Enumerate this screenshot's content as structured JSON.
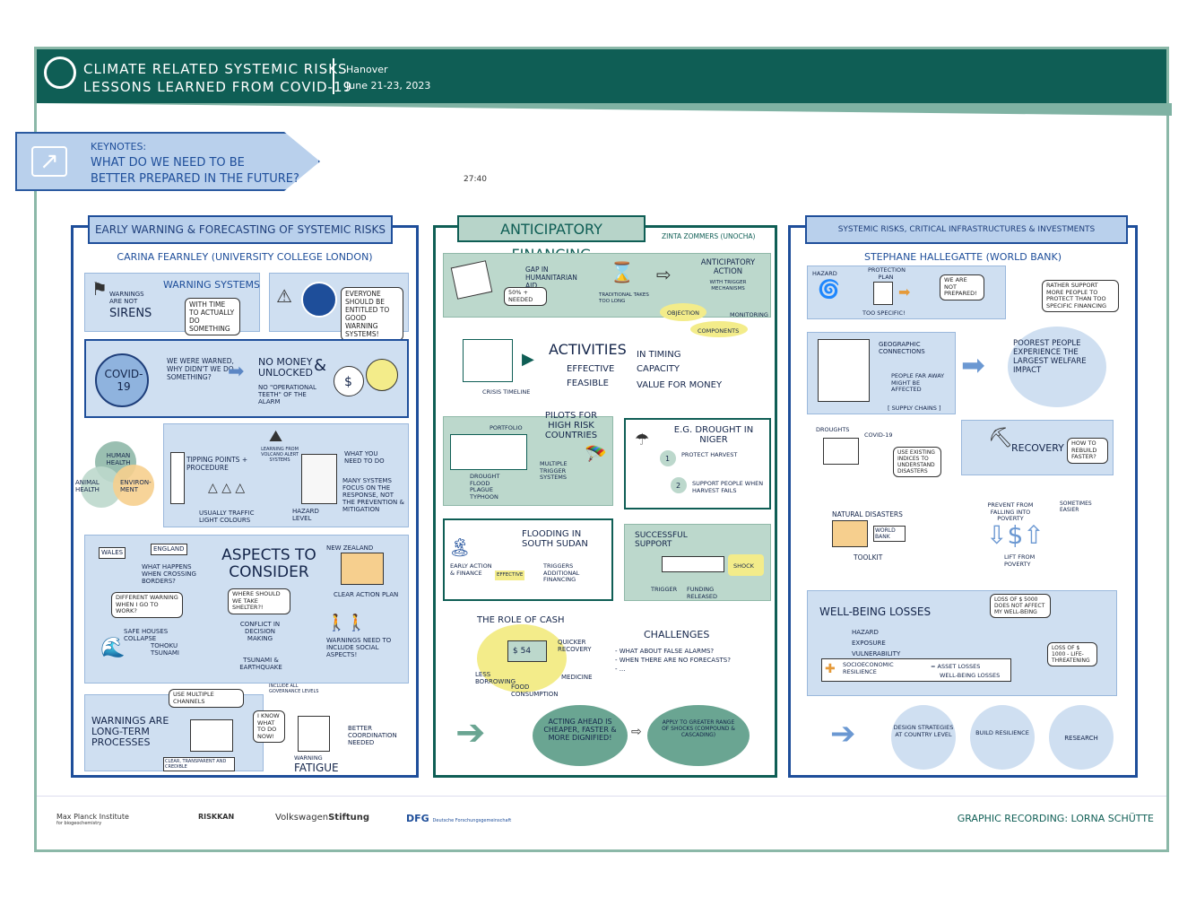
{
  "header": {
    "title_line1": "Climate Related Systemic Risks",
    "title_line2": "Lessons learned from Covid-19",
    "location": "Hanover",
    "dates": "June 21-23, 2023"
  },
  "keynote": {
    "label": "Keynotes:",
    "question_line1": "What do we need to be",
    "question_line2": "better prepared in the future?"
  },
  "timestamp": "27:40",
  "col1": {
    "title": "Early warning & forecasting of systemic risks",
    "speaker": "Carina Fearnley (University College London)",
    "warning_systems": "Warning systems",
    "not_sirens": "Warnings are not",
    "sirens": "Sirens",
    "with_time": "With time to actually do something",
    "everyone": "Everyone should be entitled to good warning systems!",
    "covid": "Covid-19",
    "we_were": "We were warned, why didn't we do something?",
    "no_money": "No money unlocked",
    "amp": "&",
    "no_operational": "No \"operational teeth\" of the alarm",
    "dollar": "$",
    "human_health": "Human health",
    "animal_health": "Animal health",
    "environment": "Environ-ment",
    "tipping": "Tipping points + procedure",
    "learning": "Learning from volcano alert systems",
    "what_you": "What you need to do",
    "traffic": "Usually traffic light colours",
    "hazard_level": "Hazard level",
    "many_systems": "Many systems focus on the response, not the prevention & mitigation",
    "aspects": "Aspects to consider",
    "wales": "Wales",
    "england": "England",
    "new_zealand": "New Zealand",
    "crossing": "What happens when crossing borders?",
    "different_warning": "Different warning when I go to work?",
    "where_should": "Where should we take shelter?!",
    "clear_plan": "Clear action plan",
    "safe_houses": "Safe houses collapse",
    "tohoku": "Tohoku Tsunami",
    "conflict": "Conflict in decision making",
    "tsunami_eq": "Tsunami & Earthquake",
    "social": "Warnings need to include social aspects!",
    "use_multiple": "Use multiple channels",
    "include_all": "Include all governance levels",
    "long_term": "Warnings are long-term processes",
    "i_know": "I know what to do now!",
    "clear_transparent": "Clear, transparent and credible",
    "fatigue_pre": "Warning",
    "fatigue": "Fatigue",
    "coordination": "Better coordination needed"
  },
  "col2": {
    "title": "Anticipatory Financing",
    "speaker": "Zinta Zommers (UNOCHA)",
    "gap": "Gap in humanitarian aid",
    "fifty": "50% + needed",
    "traditional": "Traditional takes too long",
    "anticipatory": "Anticipatory action",
    "trigger_mech": "with trigger mechanisms",
    "objection": "Objection",
    "monitoring": "Monitoring",
    "components": "Components",
    "crisis_timeline": "Crisis timeline",
    "activities": "Activities",
    "effective": "Effective",
    "feasible": "Feasible",
    "in_timing": "in timing",
    "capacity": "Capacity",
    "value": "Value for money",
    "pilots": "Pilots for high risk countries",
    "portfolio": "Portfolio",
    "drought_list": "Drought Flood Plague Typhoon",
    "multiple_trigger": "Multiple trigger systems",
    "eg_drought": "E.G. Drought in Niger",
    "one": "1",
    "protect": "Protect harvest",
    "two": "2",
    "support": "Support people when harvest fails",
    "flooding": "Flooding in South Sudan",
    "early_action": "Early action & finance",
    "effective_label": "Effective",
    "triggers_add": "Triggers additional financing",
    "successful": "Successful support",
    "trigger": "Trigger",
    "shock": "Shock",
    "funding": "Funding released",
    "role_cash": "The role of cash",
    "cash": "$ 54",
    "quicker": "Quicker recovery",
    "less_borrowing": "Less borrowing",
    "food": "Food consumption",
    "medicine": "Medicine",
    "challenges": "Challenges",
    "ch1": "- What about false alarms?",
    "ch2": "- When there are no forecasts?",
    "ch3": "- ...",
    "cheaper": "Acting ahead is cheaper, faster & more dignified!",
    "apply": "Apply to greater range of shocks (compound & cascading)"
  },
  "col3": {
    "title": "Systemic risks, critical infrastructures & investments",
    "speaker": "Stephane Hallegatte (World Bank)",
    "hazard": "Hazard",
    "protection": "Protection plan",
    "too_specific": "Too specific!",
    "not_prepared": "We are not prepared!",
    "rather": "Rather support more people to protect than too specific financing",
    "geo": "Geographic connections",
    "far_away": "People far away might be affected",
    "supply": "[ Supply chains ]",
    "poorest": "Poorest people experience the largest welfare impact",
    "droughts": "Droughts",
    "covid": "Covid-19",
    "use_existing": "Use existing indices to understand disasters",
    "recovery": "Recovery",
    "how_rebuild": "How to rebuild faster?",
    "natural": "Natural disasters",
    "world_bank": "World Bank",
    "toolkit": "Toolkit",
    "prevent": "Prevent from falling into poverty",
    "sometimes": "Sometimes easier",
    "lift": "Lift from poverty",
    "wellbeing": "Well-being losses",
    "wb_hazard": "Hazard",
    "wb_exposure": "Exposure",
    "wb_vuln": "Vulnerability",
    "wb_socio": "Socioeconomic Resilience",
    "asset": "= Asset losses",
    "wb_losses": "Well-being losses",
    "loss5000": "Loss of $ 5000 does not affect my well-being",
    "loss1000": "Loss of $ 1000 - life-threatening",
    "design": "Design strategies at country level",
    "build": "Build Resilience",
    "research": "Research"
  },
  "footer": {
    "mpi": "Max Planck Institute",
    "mpi_sub": "for biogeochemistry",
    "riskkan": "RISKKAN",
    "vw": "Volkswagen",
    "vw2": "Stiftung",
    "dfg": "DFG",
    "dfg_sub": "Deutsche Forschungsgemeinschaft",
    "graphic": "Graphic recording: Lorna Schütte"
  }
}
